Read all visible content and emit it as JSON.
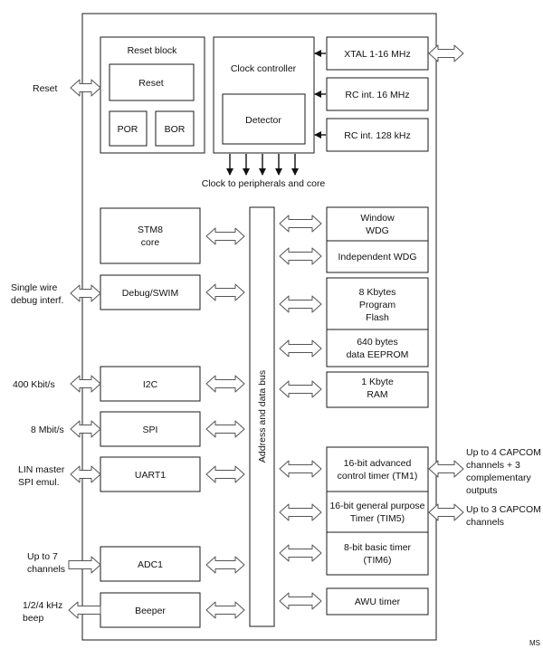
{
  "external": {
    "reset": "Reset",
    "swim": [
      "Single wire",
      "debug interf."
    ],
    "i2c_speed": "400 Kbit/s",
    "spi_speed": "8 Mbit/s",
    "uart": [
      "LIN master",
      "SPI emul."
    ],
    "adc": [
      "Up to 7",
      "channels"
    ],
    "beep": [
      "1/2/4 kHz",
      "beep"
    ],
    "capcom4": [
      "Up to 4 CAPCOM",
      "channels + 3",
      "complementary",
      "outputs"
    ],
    "capcom3": [
      "Up to 3 CAPCOM",
      "channels"
    ],
    "footer": "MS"
  },
  "blocks": {
    "reset_block": "Reset block",
    "reset": "Reset",
    "por": "POR",
    "bor": "BOR",
    "clock_controller": "Clock controller",
    "detector": "Detector",
    "xtal": "XTAL 1-16 MHz",
    "rc16": "RC int. 16 MHz",
    "rc128": "RC int. 128 kHz",
    "clock_to_peripherals": "Clock to peripherals and core",
    "stm8_core": [
      "STM8",
      "core"
    ],
    "debug_swim": "Debug/SWIM",
    "i2c": "I2C",
    "spi": "SPI",
    "uart1": "UART1",
    "adc1": "ADC1",
    "beeper": "Beeper",
    "bus": "Address and data bus",
    "window_wdg": [
      "Window",
      "WDG"
    ],
    "independent_wdg": "Independent WDG",
    "flash": [
      "8 Kbytes",
      "Program",
      "Flash"
    ],
    "eeprom": [
      "640 bytes",
      "data EEPROM"
    ],
    "ram": [
      "1 Kbyte",
      "RAM"
    ],
    "tim1": [
      "16-bit advanced",
      "control timer (TM1)"
    ],
    "tim5": [
      "16-bit general purpose",
      "Timer (TIM5)"
    ],
    "tim6": [
      "8-bit basic timer",
      "(TIM6)"
    ],
    "awu": "AWU timer"
  }
}
